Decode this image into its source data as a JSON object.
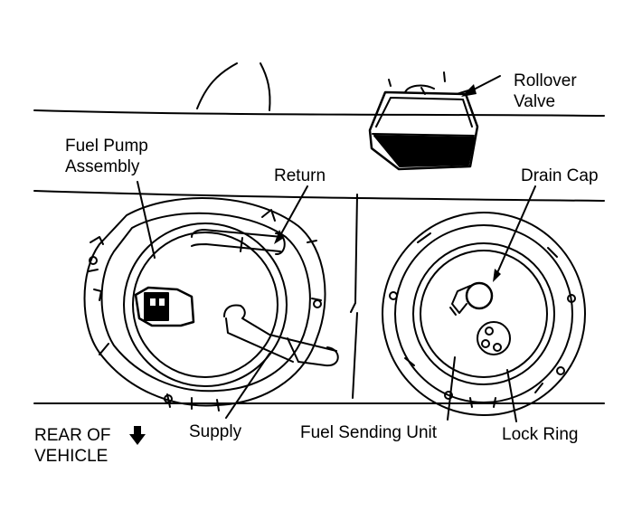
{
  "labels": {
    "rollover_valve_line1": "Rollover",
    "rollover_valve_line2": "Valve",
    "fuel_pump_line1": "Fuel Pump",
    "fuel_pump_line2": "Assembly",
    "return": "Return",
    "drain_cap": "Drain Cap",
    "rear_line1": "REAR OF",
    "rear_line2": "VEHICLE",
    "supply": "Supply",
    "fuel_sending_unit": "Fuel Sending Unit",
    "lock_ring": "Lock Ring"
  },
  "icons": {
    "rear_arrow": "down-arrow-icon"
  },
  "colors": {
    "ink": "#000000",
    "paper": "#ffffff"
  }
}
